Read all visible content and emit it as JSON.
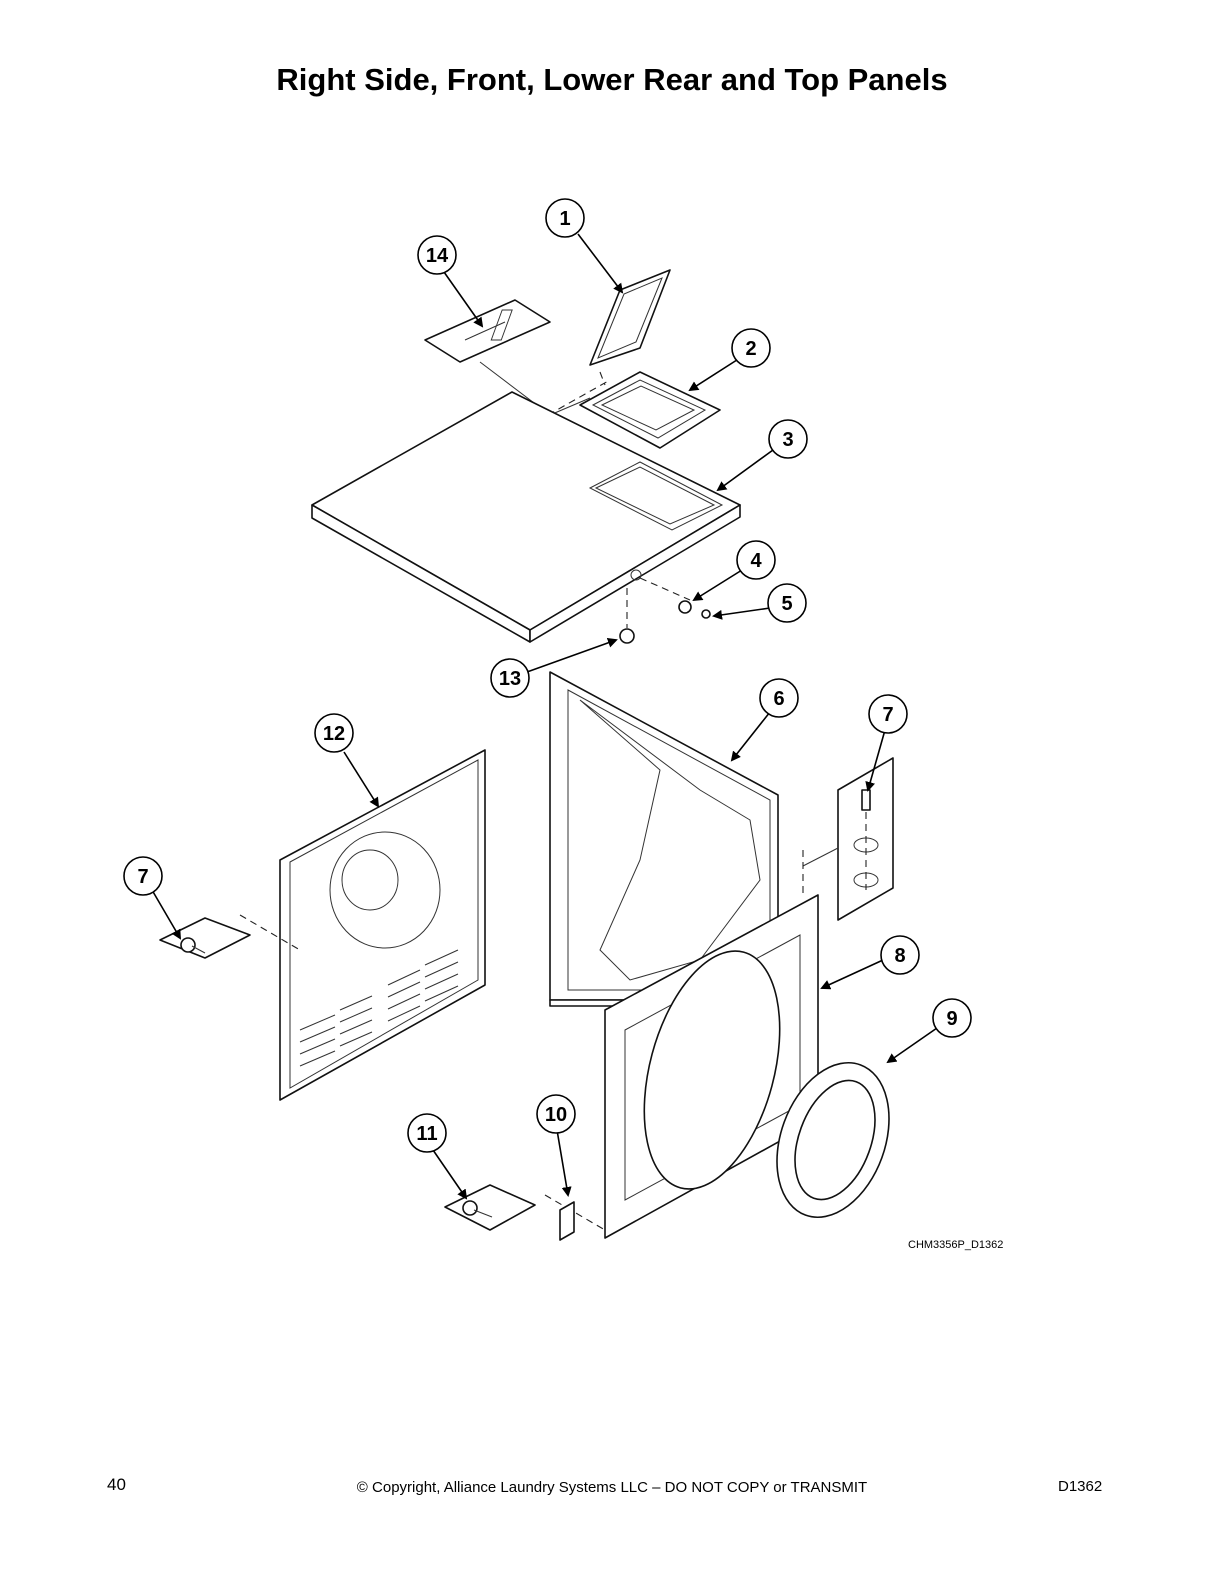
{
  "page": {
    "title": "Right Side, Front, Lower Rear and Top Panels",
    "page_number": "40",
    "copyright": "© Copyright, Alliance Laundry Systems LLC – DO NOT COPY or TRANSMIT",
    "doc_code": "D1362"
  },
  "figure": {
    "id": "CHM3356P_D1362",
    "callouts": [
      {
        "label": "1"
      },
      {
        "label": "2"
      },
      {
        "label": "3"
      },
      {
        "label": "4"
      },
      {
        "label": "5"
      },
      {
        "label": "6"
      },
      {
        "label": "7"
      },
      {
        "label": "7"
      },
      {
        "label": "8"
      },
      {
        "label": "9"
      },
      {
        "label": "10"
      },
      {
        "label": "11"
      },
      {
        "label": "12"
      },
      {
        "label": "13"
      },
      {
        "label": "14"
      }
    ]
  }
}
